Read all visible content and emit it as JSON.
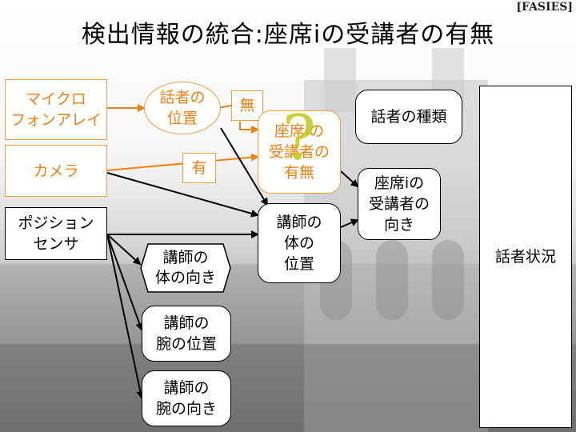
{
  "header": {
    "tag": "[FASIES]",
    "title": "検出情報の統合:座席iの受講者の有無"
  },
  "sensors": {
    "mic": "マイクロ\nフォンアレイ",
    "camera": "カメラ",
    "position": "ポジション\nセンサ"
  },
  "nodes": {
    "speaker_position": "話者の\n位置",
    "presence": "座席iの\n受講者の\n有無",
    "speaker_type": "話者の種類",
    "student_direction": "座席iの\n受講者の\n向き",
    "lecturer_body_position": "講師の\n体の\n位置",
    "lecturer_body_direction": "講師の\n体の向き",
    "lecturer_arm_position": "講師の\n腕の位置",
    "lecturer_arm_direction": "講師の\n腕の向き",
    "speaker_status": "話者状況"
  },
  "edge_labels": {
    "none": "無",
    "exists": "有"
  },
  "question_mark": "?",
  "colors": {
    "orange": "#f08010",
    "orange_border": "#f0a040",
    "question": "#c8c820"
  }
}
